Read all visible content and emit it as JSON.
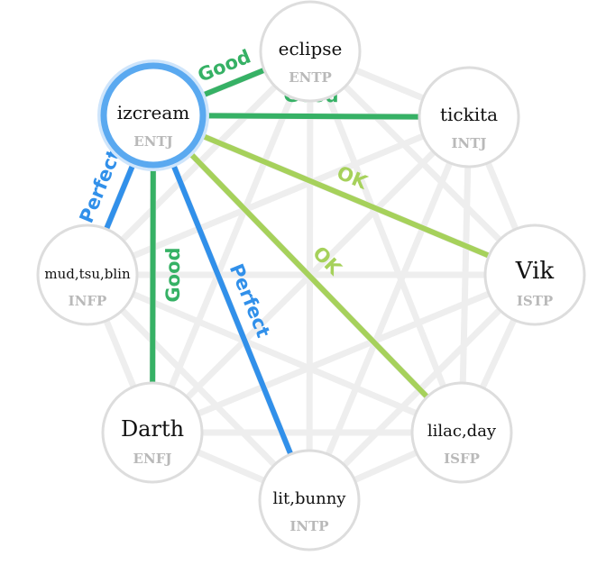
{
  "palette": {
    "background_edge": "#eeeeee",
    "perfect": "#3190ea",
    "good": "#36b165",
    "ok": "#a6d15b",
    "node_border": "#dddddd",
    "selected_border": "#5aa9f0",
    "type_text": "#b9b9b9"
  },
  "nodes": [
    {
      "id": "izcream",
      "name": "izcream",
      "type": "ENTJ",
      "selected": true
    },
    {
      "id": "eclipse",
      "name": "eclipse",
      "type": "ENTP",
      "selected": false
    },
    {
      "id": "tickita",
      "name": "tickita",
      "type": "INTJ",
      "selected": false
    },
    {
      "id": "vik",
      "name": "Vik",
      "type": "ISTP",
      "selected": false
    },
    {
      "id": "lilac",
      "name": "lilac,day",
      "type": "ISFP",
      "selected": false
    },
    {
      "id": "litbunny",
      "name": "lit,bunny",
      "type": "INTP",
      "selected": false
    },
    {
      "id": "darth",
      "name": "Darth",
      "type": "ENFJ",
      "selected": false
    },
    {
      "id": "mud",
      "name": "mud,tsu,blin",
      "type": "INFP",
      "selected": false
    }
  ],
  "matches": [
    {
      "from": "izcream",
      "to": "eclipse",
      "label": "Good",
      "level": "good"
    },
    {
      "from": "izcream",
      "to": "tickita",
      "label": "Good",
      "level": "good"
    },
    {
      "from": "izcream",
      "to": "vik",
      "label": "OK",
      "level": "ok"
    },
    {
      "from": "izcream",
      "to": "lilac",
      "label": "OK",
      "level": "ok"
    },
    {
      "from": "izcream",
      "to": "litbunny",
      "label": "Perfect",
      "level": "perfect"
    },
    {
      "from": "izcream",
      "to": "darth",
      "label": "Good",
      "level": "good"
    },
    {
      "from": "izcream",
      "to": "mud",
      "label": "Perfect",
      "level": "perfect"
    }
  ]
}
